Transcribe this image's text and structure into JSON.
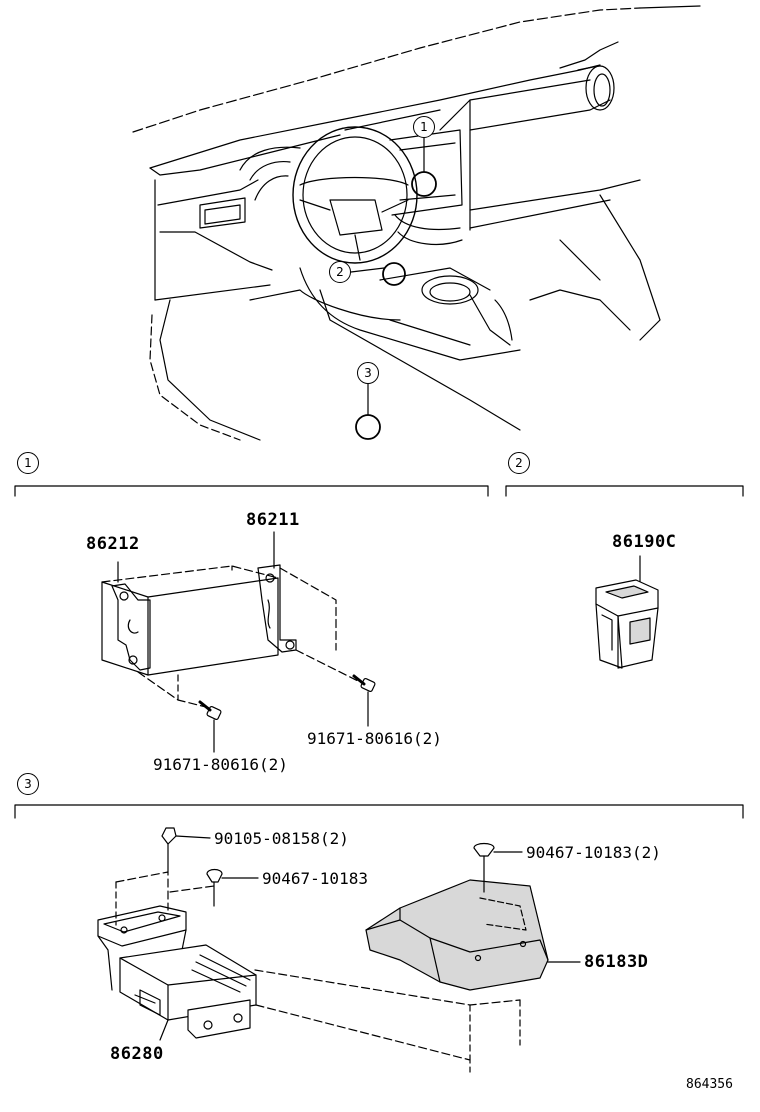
{
  "callouts": {
    "c1": "1",
    "c2": "2",
    "c3": "3",
    "s1": "1",
    "s2": "2",
    "s3": "3"
  },
  "parts": {
    "p86212": "86212",
    "p86211": "86211",
    "p86190c": "86190C",
    "p91671_a": "91671-80616(2)",
    "p91671_b": "91671-80616(2)",
    "p90105": "90105-08158(2)",
    "p90467_a": "90467-10183",
    "p90467_b": "90467-10183(2)",
    "p86183d": "86183D",
    "p86280": "86280"
  },
  "figure_id": "864356",
  "colors": {
    "ink": "#000000",
    "paper": "#ffffff",
    "fill": "#d8d8d8"
  }
}
